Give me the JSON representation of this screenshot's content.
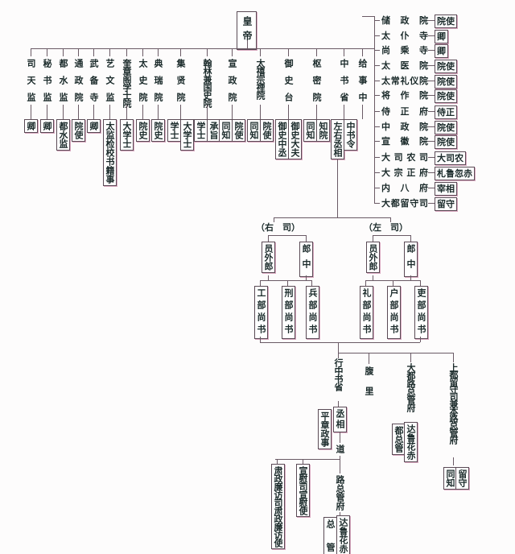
{
  "root": "皇帝",
  "top_departments": [
    {
      "name": "司天监",
      "officials": [
        "卿"
      ]
    },
    {
      "name": "秘书监",
      "officials": [
        "卿"
      ]
    },
    {
      "name": "都水监",
      "officials": [
        "都水监"
      ]
    },
    {
      "name": "通政院",
      "officials": [
        "院使"
      ]
    },
    {
      "name": "武备寺",
      "officials": [
        "卿"
      ]
    },
    {
      "name": "艺文监",
      "officials": [
        "太监检校书籍事"
      ]
    },
    {
      "name": "奎章阁学士院",
      "officials": [
        "大学士"
      ]
    },
    {
      "name": "太史院",
      "officials": [
        "院史"
      ]
    },
    {
      "name": "典瑞院",
      "officials": [
        "院史"
      ]
    },
    {
      "name": "集贤院",
      "officials": [
        "学士",
        "大学士"
      ]
    },
    {
      "name": "翰林兼国史院",
      "officials": [
        "学士",
        "承旨"
      ]
    },
    {
      "name": "宣政院",
      "officials": [
        "同知",
        "院使"
      ]
    },
    {
      "name": "太禧宗禋院",
      "officials": [
        "同知",
        "院使"
      ]
    },
    {
      "name": "御史台",
      "officials": [
        "御史中丞",
        "御史大夫"
      ]
    },
    {
      "name": "枢密院",
      "officials": [
        "同知",
        "知院"
      ]
    },
    {
      "name": "中书省",
      "officials": [
        "左右丞相",
        "中书令"
      ]
    },
    {
      "name": "给事中",
      "officials": []
    }
  ],
  "right_departments": [
    {
      "name": "储政院",
      "official": "院使"
    },
    {
      "name": "太仆寺",
      "official": "卿"
    },
    {
      "name": "尚乘寺",
      "official": "卿"
    },
    {
      "name": "太医院",
      "official": "院使"
    },
    {
      "name": "太常礼仪院",
      "official": "院使"
    },
    {
      "name": "将作院",
      "official": "院使"
    },
    {
      "name": "侍正府",
      "official": "侍正"
    },
    {
      "name": "中政院",
      "official": "院使"
    },
    {
      "name": "宣徽院",
      "official": "院使"
    },
    {
      "name": "大司农司",
      "official": "大司农"
    },
    {
      "name": "大宗正府",
      "official": "札鲁忽赤"
    },
    {
      "name": "内八府",
      "official": "宰相"
    },
    {
      "name": "大都留守司",
      "official": "留守"
    }
  ],
  "zhongshu": {
    "right_office": {
      "label": "（右　司）",
      "officials": [
        "员外郎",
        "郎中"
      ],
      "ministries": [
        "工部尚书",
        "刑部尚书",
        "兵部尚书"
      ]
    },
    "left_office": {
      "label": "（左　司）",
      "officials": [
        "员外郎",
        "郎中"
      ],
      "ministries": [
        "礼部尚书",
        "户部尚书",
        "吏部尚书"
      ]
    },
    "branches": {
      "xingsheng": {
        "name": "行中书省",
        "officials": [
          "平章政事",
          "丞相"
        ],
        "dao": "道",
        "sub": [
          {
            "name": "肃政廉访司肃政廉访使"
          },
          {
            "name": "宣慰司宣慰使"
          }
        ],
        "lu": {
          "name": "路总管府",
          "officials": [
            "总管",
            "达鲁花赤"
          ]
        }
      },
      "fuli": {
        "name": "腹里"
      },
      "dadu": {
        "name": "大都路总管府",
        "officials": [
          "都总管",
          "达鲁花赤"
        ]
      },
      "shangdu": {
        "name": "上都留守司兼本路总管府",
        "officials": [
          "同知",
          "留守"
        ]
      }
    }
  }
}
